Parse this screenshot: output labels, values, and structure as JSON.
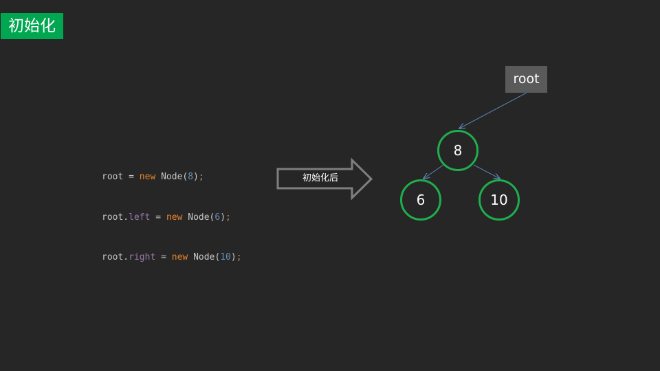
{
  "title": "初始化",
  "code_lines": [
    [
      {
        "t": "root",
        "c": "plain"
      },
      {
        "t": " = ",
        "c": "plain"
      },
      {
        "t": "new",
        "c": "kw"
      },
      {
        "t": " Node(",
        "c": "plain"
      },
      {
        "t": "8",
        "c": "num"
      },
      {
        "t": ")",
        "c": "plain"
      },
      {
        "t": ";",
        "c": "punc"
      }
    ],
    [
      {
        "t": "root.",
        "c": "plain"
      },
      {
        "t": "left",
        "c": "prop"
      },
      {
        "t": " = ",
        "c": "plain"
      },
      {
        "t": "new",
        "c": "kw"
      },
      {
        "t": " Node(",
        "c": "plain"
      },
      {
        "t": "6",
        "c": "num"
      },
      {
        "t": ")",
        "c": "plain"
      },
      {
        "t": ";",
        "c": "punc"
      }
    ],
    [
      {
        "t": "root.",
        "c": "plain"
      },
      {
        "t": "right",
        "c": "prop"
      },
      {
        "t": " = ",
        "c": "plain"
      },
      {
        "t": "new",
        "c": "kw"
      },
      {
        "t": " Node(",
        "c": "plain"
      },
      {
        "t": "10",
        "c": "num"
      },
      {
        "t": ")",
        "c": "plain"
      },
      {
        "t": ";",
        "c": "punc"
      }
    ]
  ],
  "arrow_label": "初始化后",
  "root_label": "root",
  "tree": {
    "root": {
      "value": "8"
    },
    "left": {
      "value": "6"
    },
    "right": {
      "value": "10"
    }
  },
  "colors": {
    "background": "#262626",
    "title_badge": "#00a650",
    "node_border": "#1fae4d",
    "edge": "#5b84b4",
    "root_box": "#5a5a5a",
    "arrow_outline": "#7f7f7f"
  }
}
